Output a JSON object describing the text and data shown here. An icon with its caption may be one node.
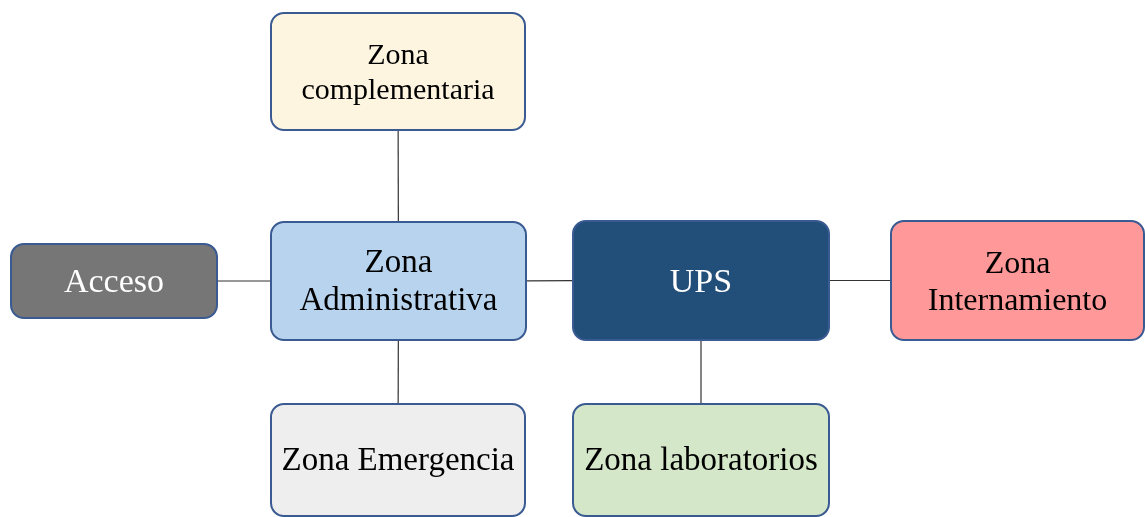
{
  "diagram": {
    "nodes": [
      {
        "text": [
          "Zona complementaria"
        ]
      },
      {
        "text": [
          "Acceso"
        ]
      },
      {
        "text": [
          "Zona Administrativa"
        ]
      },
      {
        "text": [
          "UPS"
        ]
      },
      {
        "text": [
          "Zona Internamiento"
        ]
      },
      {
        "text": [
          "Zona Emergencia"
        ]
      },
      {
        "text": [
          "Zona laboratorios"
        ]
      }
    ],
    "edges": [
      {
        "from": 0,
        "to": 2,
        "arrow": "none"
      },
      {
        "from": 1,
        "to": 2,
        "arrow": "none"
      },
      {
        "from": 2,
        "to": 3,
        "arrow": "none"
      },
      {
        "from": 3,
        "to": 4,
        "arrow": "none"
      },
      {
        "from": 2,
        "to": 5,
        "arrow": "none"
      },
      {
        "from": 3,
        "to": 6,
        "arrow": "none"
      }
    ]
  }
}
